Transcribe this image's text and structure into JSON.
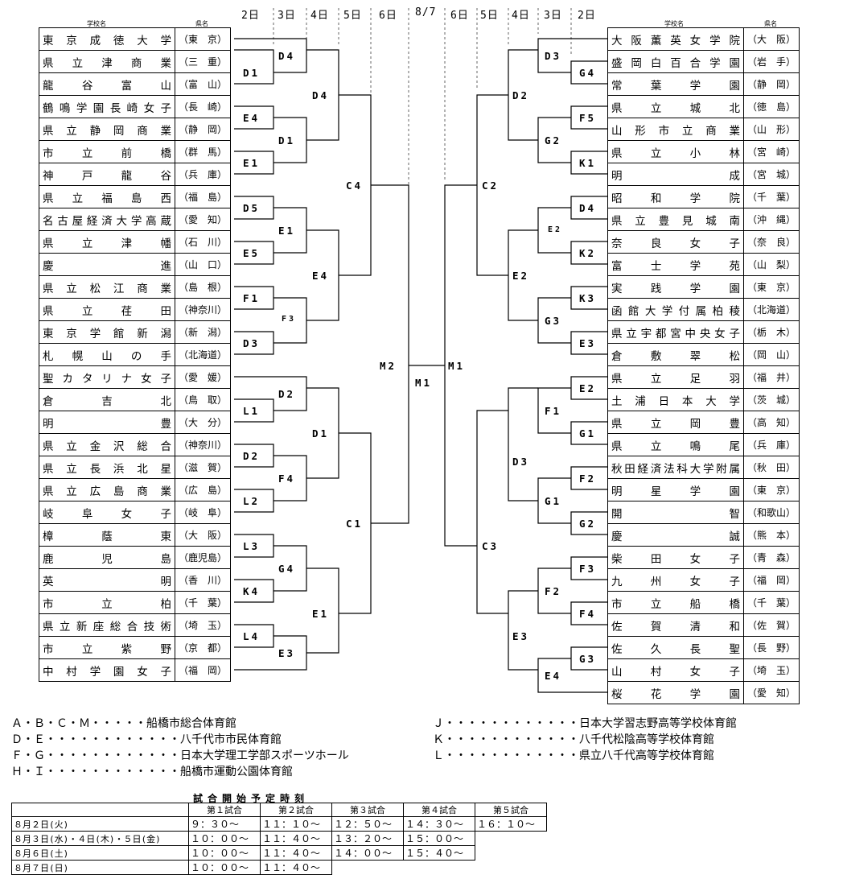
{
  "day_headers": [
    "2日",
    "3日",
    "4日",
    "5日",
    "6日",
    "8/7",
    "6日",
    "5日",
    "4日",
    "3日",
    "2日"
  ],
  "column_headers": {
    "school": "学校名",
    "prefecture": "県名"
  },
  "left_teams": [
    {
      "school": "東京成徳大学",
      "pref": "（東　京）"
    },
    {
      "school": "県立津商業",
      "pref": "（三　重）"
    },
    {
      "school": "龍谷富山",
      "pref": "（富　山）"
    },
    {
      "school": "鶴鳴学園長崎女子",
      "pref": "（長　崎）"
    },
    {
      "school": "県立静岡商業",
      "pref": "（静　岡）"
    },
    {
      "school": "市立前橋",
      "pref": "（群　馬）"
    },
    {
      "school": "神戸龍谷",
      "pref": "（兵　庫）"
    },
    {
      "school": "県立福島西",
      "pref": "（福　島）"
    },
    {
      "school": "名古屋経済大学高蔵",
      "pref": "（愛　知）"
    },
    {
      "school": "県立津幡",
      "pref": "（石　川）"
    },
    {
      "school": "慶進",
      "pref": "（山　口）"
    },
    {
      "school": "県立松江商業",
      "pref": "（島　根）"
    },
    {
      "school": "県立荏田",
      "pref": "（神奈川）"
    },
    {
      "school": "東京学館新潟",
      "pref": "（新　潟）"
    },
    {
      "school": "札幌山の手",
      "pref": "（北海道）"
    },
    {
      "school": "聖カタリナ女子",
      "pref": "（愛　媛）"
    },
    {
      "school": "倉吉北",
      "pref": "（鳥　取）"
    },
    {
      "school": "明豊",
      "pref": "（大　分）"
    },
    {
      "school": "県立金沢総合",
      "pref": "（神奈川）"
    },
    {
      "school": "県立長浜北星",
      "pref": "（滋　賀）"
    },
    {
      "school": "県立広島商業",
      "pref": "（広　島）"
    },
    {
      "school": "岐阜女子",
      "pref": "（岐　阜）"
    },
    {
      "school": "樟蔭東",
      "pref": "（大　阪）"
    },
    {
      "school": "鹿児島",
      "pref": "（鹿児島）"
    },
    {
      "school": "英明",
      "pref": "（香　川）"
    },
    {
      "school": "市立柏",
      "pref": "（千　葉）"
    },
    {
      "school": "県立新座総合技術",
      "pref": "（埼　玉）"
    },
    {
      "school": "市立紫野",
      "pref": "（京　都）"
    },
    {
      "school": "中村学園女子",
      "pref": "（福　岡）"
    }
  ],
  "right_teams": [
    {
      "school": "大阪薫英女学院",
      "pref": "（大　阪）"
    },
    {
      "school": "盛岡白百合学園",
      "pref": "（岩　手）"
    },
    {
      "school": "常葉学園",
      "pref": "（静　岡）"
    },
    {
      "school": "県立城北",
      "pref": "（徳　島）"
    },
    {
      "school": "山形市立商業",
      "pref": "（山　形）"
    },
    {
      "school": "県立小林",
      "pref": "（宮　崎）"
    },
    {
      "school": "明成",
      "pref": "（宮　城）"
    },
    {
      "school": "昭和学院",
      "pref": "（千　葉）"
    },
    {
      "school": "県立豊見城南",
      "pref": "（沖　縄）"
    },
    {
      "school": "奈良女子",
      "pref": "（奈　良）"
    },
    {
      "school": "富士学苑",
      "pref": "（山　梨）"
    },
    {
      "school": "実践学園",
      "pref": "（東　京）"
    },
    {
      "school": "函館大学付属柏稜",
      "pref": "（北海道）"
    },
    {
      "school": "県立宇都宮中央女子",
      "pref": "（栃　木）"
    },
    {
      "school": "倉敷翠松",
      "pref": "（岡　山）"
    },
    {
      "school": "県立足羽",
      "pref": "（福　井）"
    },
    {
      "school": "土浦日本大学",
      "pref": "（茨　城）"
    },
    {
      "school": "県立岡豊",
      "pref": "（高　知）"
    },
    {
      "school": "県立鳴尾",
      "pref": "（兵　庫）"
    },
    {
      "school": "秋田経済法科大学附属",
      "pref": "（秋　田）"
    },
    {
      "school": "明星学園",
      "pref": "（東　京）"
    },
    {
      "school": "開智",
      "pref": "（和歌山）"
    },
    {
      "school": "慶誠",
      "pref": "（熊　本）"
    },
    {
      "school": "柴田女子",
      "pref": "（青　森）"
    },
    {
      "school": "九州女子",
      "pref": "（福　岡）"
    },
    {
      "school": "市立船橋",
      "pref": "（千　葉）"
    },
    {
      "school": "佐賀清和",
      "pref": "（佐　賀）"
    },
    {
      "school": "佐久長聖",
      "pref": "（長　野）"
    },
    {
      "school": "山村女子",
      "pref": "（埼　玉）"
    },
    {
      "school": "桜花学園",
      "pref": "（愛　知）"
    }
  ],
  "match_codes": {
    "l1": [
      "D1",
      "E4",
      "E1",
      "D5",
      "E5",
      "F1",
      "D3",
      "L1",
      "D2",
      "L2",
      "L3",
      "K4",
      "L4"
    ],
    "l2": [
      "D4",
      "D1",
      "E1",
      "F3",
      "D2",
      "F4",
      "G4",
      "E3"
    ],
    "l3": [
      "D4",
      "E4",
      "D1",
      "E1"
    ],
    "l4": [
      "C4",
      "C1"
    ],
    "center": [
      "M2",
      "M1",
      "M1"
    ],
    "r1": [
      "D3",
      "G4",
      "F5",
      "K1",
      "D4",
      "K2",
      "K3",
      "E3",
      "E2",
      "G1",
      "F2",
      "G2",
      "F3",
      "F4",
      "G3",
      "E4"
    ],
    "r2": [
      "G2",
      "E2",
      "G3",
      "F1",
      "G1",
      "F2"
    ],
    "r3": [
      "D2",
      "E2",
      "D3",
      "E3"
    ],
    "r4": [
      "C2",
      "C3"
    ]
  },
  "venues_left": [
    "Ａ・Ｂ・Ｃ・Ｍ・・・・・船橋市総合体育館",
    "Ｄ・Ｅ・・・・・・・・・・・・八千代市市民体育館",
    "Ｆ・Ｇ・・・・・・・・・・・・日本大学理工学部スポーツホール",
    "Ｈ・Ｉ・・・・・・・・・・・・船橋市運動公園体育館"
  ],
  "venues_right": [
    "Ｊ・・・・・・・・・・・・日本大学習志野高等学校体育館",
    "Ｋ・・・・・・・・・・・・八千代松陰高等学校体育館",
    "Ｌ・・・・・・・・・・・・県立八千代高等学校体育館"
  ],
  "schedule": {
    "title": "試合開始予定時刻",
    "headers": [
      "第１試合",
      "第２試合",
      "第３試合",
      "第４試合",
      "第５試合"
    ],
    "rows": [
      {
        "date": "８月２日(火)",
        "times": [
          "９：３０～",
          "１１：１０～",
          "１２：５０～",
          "１４：３０～",
          "１６：１０～"
        ]
      },
      {
        "date": "８月３日(水)・４日(木)・５日(金)",
        "times": [
          "１０：００～",
          "１１：４０～",
          "１３：２０～",
          "１５：００～"
        ]
      },
      {
        "date": "８月６日(土)",
        "times": [
          "１０：００～",
          "１１：４０～",
          "１４：００～",
          "１５：４０～"
        ]
      },
      {
        "date": "８月７日(日)",
        "times": [
          "１０：００～",
          "１１：４０～"
        ]
      }
    ]
  }
}
